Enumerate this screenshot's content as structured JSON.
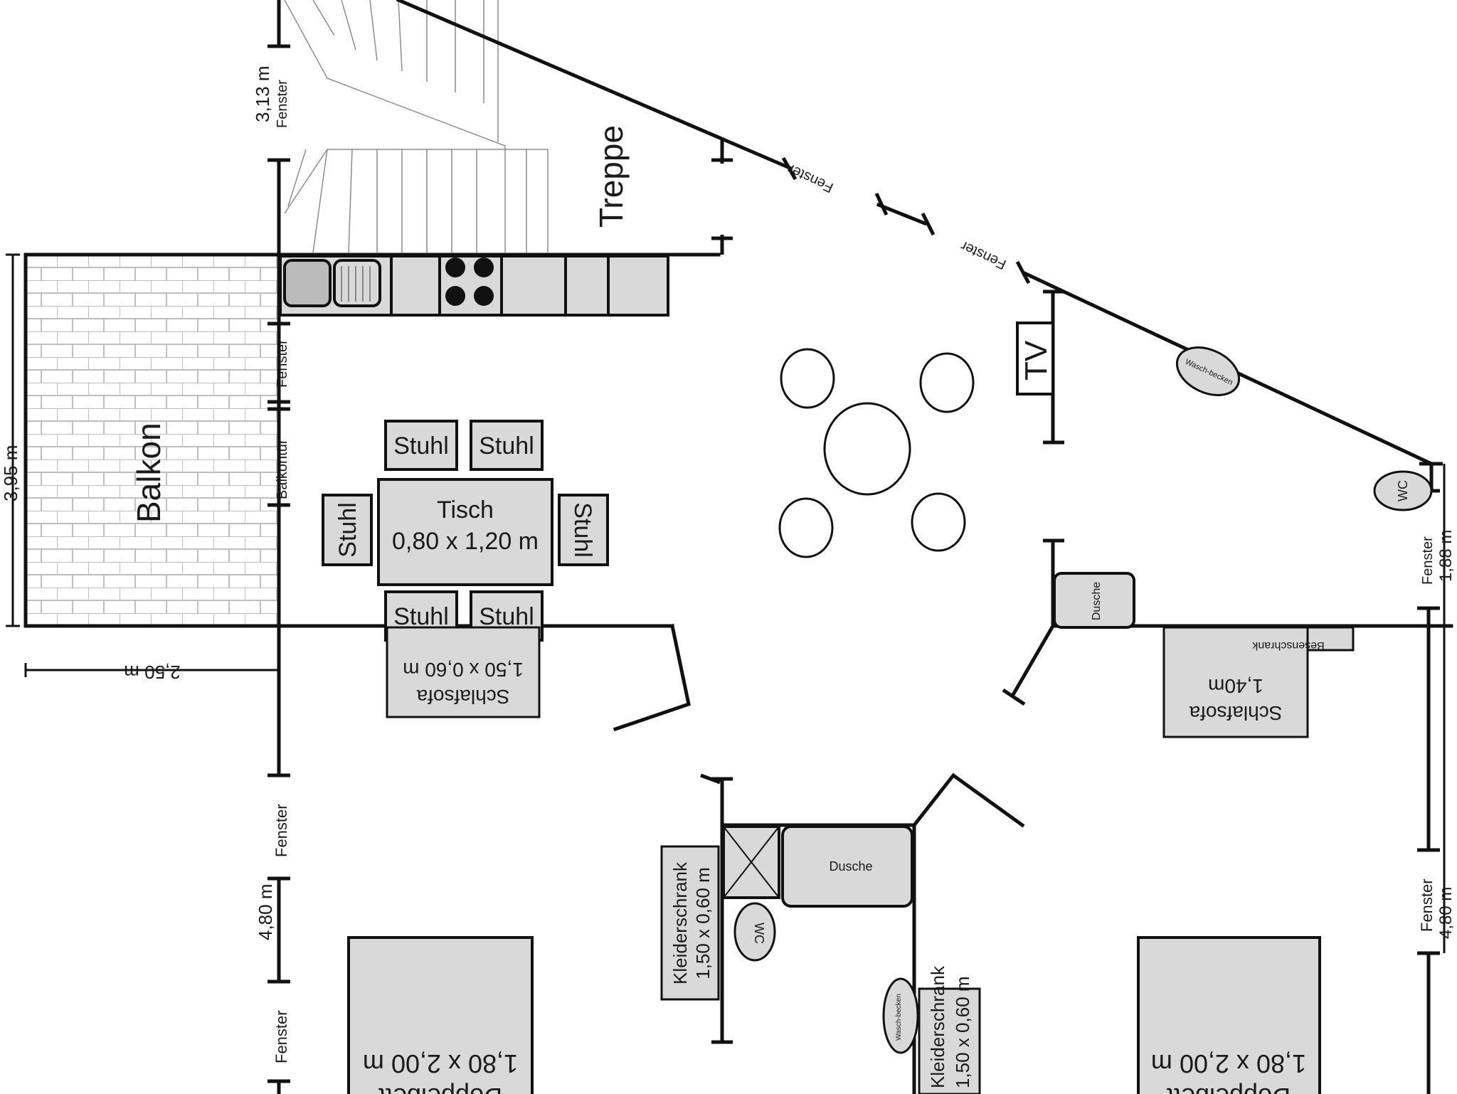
{
  "labels": {
    "treppe": "Treppe",
    "balkon": "Balkon",
    "fenster": "Fenster",
    "balkontuer": "Balkontür",
    "tv": "TV",
    "wc": "WC",
    "waschbecken": "Wasch-becken",
    "dusche": "Dusche",
    "besenschrank": "Besenschrank",
    "stuhl": "Stuhl",
    "tisch": "Tisch",
    "tisch_size": "0,80 x 1,20 m",
    "schlafsofa": "Schlafsofa",
    "schlafsofa_size_left": "1,50 x 0,60 m",
    "schlafsofa_size_right": "1,40m",
    "kleiderschrank": "Kleiderschrank",
    "kleiderschrank_size": "1,50 x 0,60 m",
    "doppelbett": "Doppelbett",
    "doppelbett_size": "1,80 x 2,00 m"
  },
  "dimensions": {
    "fenster_top": "3,13 m",
    "balkon_height": "3,95 m",
    "balkon_width": "2,50 m",
    "fenster_left_lower": "4,80 m",
    "fenster_right_upper": "1,88 m",
    "fenster_right_lower": "4,80 m"
  },
  "colors": {
    "wall": "#111111",
    "furniture_fill": "#d9d9d9",
    "tile_line": "#bfbfbf"
  }
}
